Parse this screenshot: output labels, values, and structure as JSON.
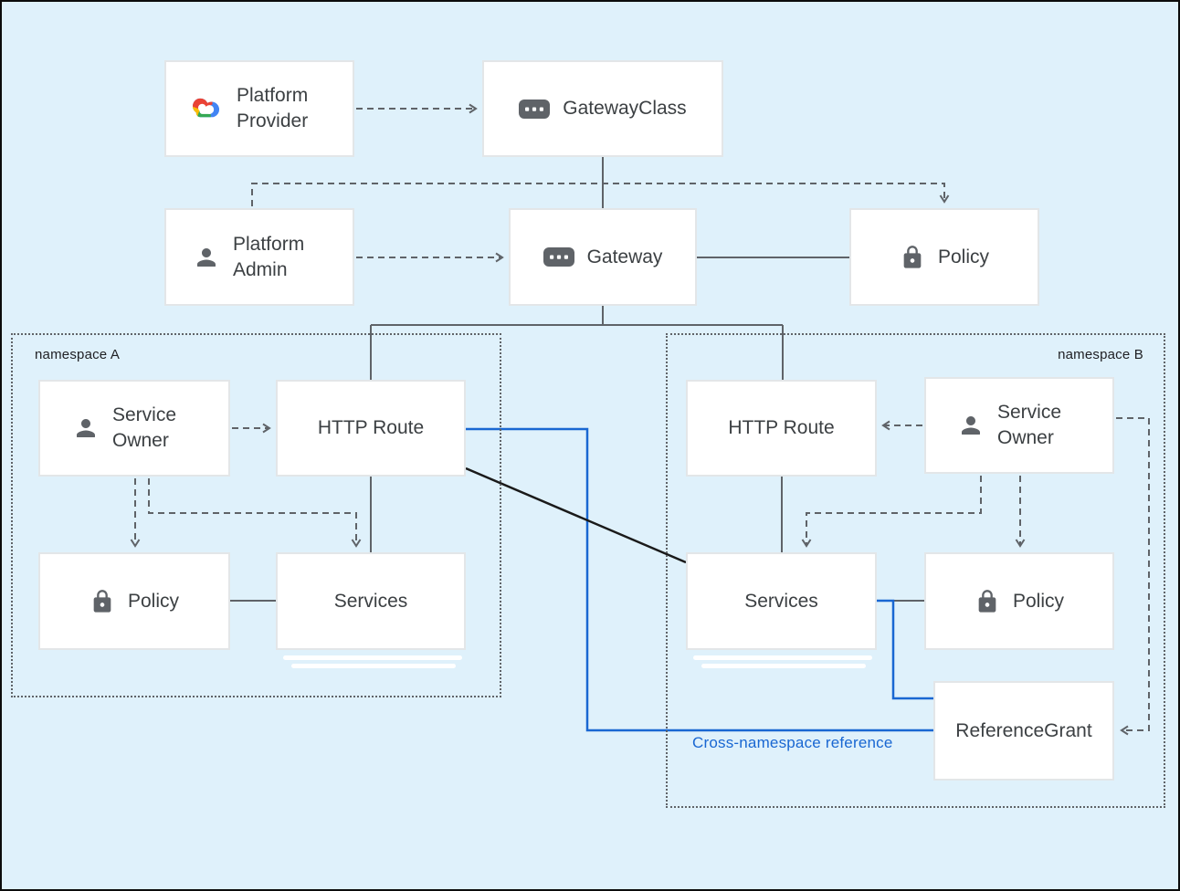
{
  "nodes": {
    "platform_provider": {
      "label": "Platform Provider",
      "icon": "google-cloud-icon"
    },
    "gateway_class": {
      "label": "GatewayClass",
      "icon": "gateway-resource-icon"
    },
    "platform_admin": {
      "label": "Platform Admin",
      "icon": "person-icon"
    },
    "gateway": {
      "label": "Gateway",
      "icon": "gateway-resource-icon"
    },
    "policy_top": {
      "label": "Policy",
      "icon": "lock-icon"
    },
    "service_owner_a": {
      "label": "Service Owner",
      "icon": "person-icon"
    },
    "http_route_a": {
      "label": "HTTP Route"
    },
    "policy_a": {
      "label": "Policy",
      "icon": "lock-icon"
    },
    "services_a": {
      "label": "Services"
    },
    "http_route_b": {
      "label": "HTTP Route"
    },
    "service_owner_b": {
      "label": "Service Owner",
      "icon": "person-icon"
    },
    "services_b": {
      "label": "Services"
    },
    "policy_b": {
      "label": "Policy",
      "icon": "lock-icon"
    },
    "reference_grant": {
      "label": "ReferenceGrant"
    }
  },
  "namespaces": {
    "a": {
      "label": "namespace A"
    },
    "b": {
      "label": "namespace B"
    }
  },
  "annotation": {
    "cross_namespace": "Cross-namespace reference"
  },
  "colors": {
    "background": "#DFF1FB",
    "line_gray": "#5F6368",
    "line_blue": "#1967D2",
    "line_black": "#1A1A1A",
    "box_border": "#E3E6E8",
    "icon_gray": "#5F6368",
    "annotation_blue": "#1967D2"
  }
}
